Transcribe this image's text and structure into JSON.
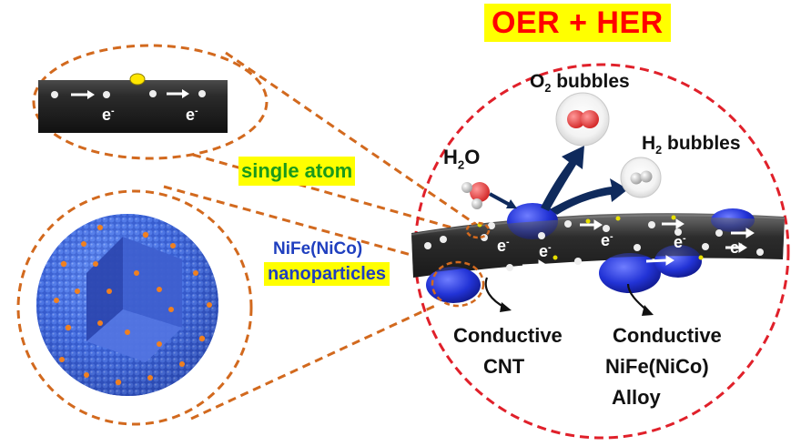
{
  "title": "OER + HER",
  "labels": {
    "single_atom": "single atom",
    "nife_line1": "NiFe(NiCo)",
    "nife_line2": "nanoparticles",
    "o2_main": "O",
    "o2_sub": "2",
    "o2_rest": " bubbles",
    "h2_main": "H",
    "h2_sub": "2",
    "h2_rest": " bubbles",
    "h2o_h": "H",
    "h2o_sub": "2",
    "h2o_o": "O",
    "cnt_line1": "Conductive",
    "cnt_line2": "CNT",
    "alloy_line1": "Conductive",
    "alloy_line2": "NiFe(NiCo)",
    "alloy_line3": "Alloy",
    "electron": "e",
    "electron_sup": "-"
  },
  "colors": {
    "title_text": "#ff0000",
    "title_bg": "#ffff00",
    "single_atom_text": "#1a9a1a",
    "nife_text": "#1f3fbf",
    "dashed_orange": "#d2691e",
    "dashed_red": "#e0202a",
    "nanoparticle_blue": "#2a3fd6",
    "cnt_dark": "#3a3a3a",
    "arrow_navy": "#0f2a5c",
    "single_atom_dot": "#ffe600"
  },
  "icons": {
    "oxygen_bubble": "o2-bubble-icon",
    "hydrogen_bubble": "h2-bubble-icon",
    "water_molecule": "h2o-molecule-icon"
  }
}
